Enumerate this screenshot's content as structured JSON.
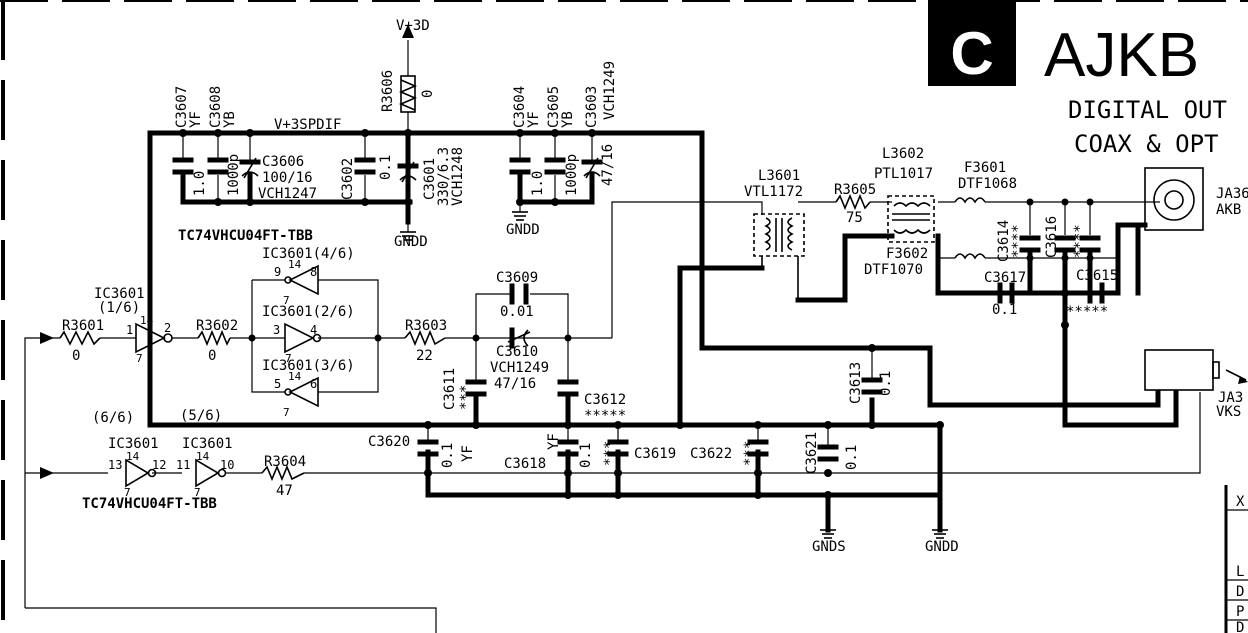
{
  "header": {
    "box_letter": "C",
    "model": "AJKB",
    "subtitle_1": "DIGITAL OUT",
    "subtitle_2": "COAX & OPT"
  },
  "nets": {
    "supply": "V+3D",
    "spdif_supply": "V+3SPDIF",
    "gndd_left": "GNDD",
    "gndd_mid": "GNDD",
    "gnds": "GNDS",
    "gndd_bottom": "GNDD"
  },
  "ic": {
    "part_top": "TC74VHCU04FT-TBB",
    "part_bottom": "TC74VHCU04FT-TBB",
    "u1_ref": "IC3601",
    "u1_unit": "(1/6)",
    "u2": "IC3601(2/6)",
    "u3": "IC3601(3/6)",
    "u4": "IC3601(4/6)",
    "u5_label": "(5/6)",
    "u6_label": "(6/6)",
    "u6_ref": "IC3601",
    "u5_ref": "IC3601"
  },
  "pins": {
    "p1": "1",
    "p2": "2",
    "p3": "3",
    "p4": "4",
    "p5": "5",
    "p6": "6",
    "p7": "7",
    "p8": "8",
    "p9": "9",
    "p10": "10",
    "p11": "11",
    "p12": "12",
    "p13": "13",
    "p14": "14"
  },
  "resistors": {
    "r3601": {
      "ref": "R3601",
      "value": "0"
    },
    "r3602": {
      "ref": "R3602",
      "value": "0"
    },
    "r3603": {
      "ref": "R3603",
      "value": "22"
    },
    "r3604": {
      "ref": "R3604",
      "value": "47"
    },
    "r3605": {
      "ref": "R3605",
      "value": "75"
    },
    "r3606": {
      "ref": "R3606",
      "value": "0"
    }
  },
  "capacitors": {
    "c3607": {
      "ref": "C3607",
      "type": "YF",
      "value": "1.0"
    },
    "c3608": {
      "ref": "C3608",
      "type": "YB",
      "value": "1000p"
    },
    "c3606": {
      "ref": "C3606",
      "value": "100/16",
      "part": "VCH1247"
    },
    "c3602": {
      "ref": "C3602",
      "value": "0.1"
    },
    "c3601": {
      "ref": "C3601",
      "value": "330/6.3",
      "part": "VCH1248"
    },
    "c3604": {
      "ref": "C3604",
      "type": "YF",
      "value": "1.0"
    },
    "c3605": {
      "ref": "C3605",
      "type": "YB",
      "value": "1000p"
    },
    "c3603": {
      "ref": "C3603",
      "value": "47/16",
      "part": "VCH1249"
    },
    "c3609": {
      "ref": "C3609",
      "value": "0.01"
    },
    "c3610": {
      "ref": "C3610",
      "value": "47/16",
      "part": "VCH1249"
    },
    "c3611": {
      "ref": "C3611",
      "value": "***"
    },
    "c3612": {
      "ref": "C3612",
      "value": "*****"
    },
    "c3613": {
      "ref": "C3613",
      "value": "0.1"
    },
    "c3614": {
      "ref": "C3614",
      "value": "****"
    },
    "c3616": {
      "ref": "C3616",
      "value": "****"
    },
    "c3615": {
      "ref": "C3615",
      "value": "*****"
    },
    "c3617": {
      "ref": "C3617",
      "value": "0.1"
    },
    "c3620": {
      "ref": "C3620",
      "value": "0.1",
      "type": "YF"
    },
    "c3618": {
      "ref": "C3618",
      "value": "0.1",
      "type": "YF"
    },
    "c3619": {
      "ref": "C3619",
      "value": "***"
    },
    "c3622": {
      "ref": "C3622",
      "value": "***"
    },
    "c3621": {
      "ref": "C3621",
      "value": "0.1"
    }
  },
  "inductors": {
    "l3601": {
      "ref": "L3601",
      "part": "VTL1172"
    },
    "l3602": {
      "ref": "L3602",
      "part": "PTL1017"
    },
    "f3601": {
      "ref": "F3601",
      "part": "DTF1068"
    },
    "f3602": {
      "ref": "F3602",
      "part": "DTF1070"
    }
  },
  "jacks": {
    "coax_ref": "JA36",
    "coax_part": "AKB",
    "opt_ref": "JA3",
    "opt_part": "VKS"
  },
  "edge_labels": {
    "x": "X",
    "l": "L",
    "d1": "D",
    "p": "P",
    "d2": "D"
  }
}
